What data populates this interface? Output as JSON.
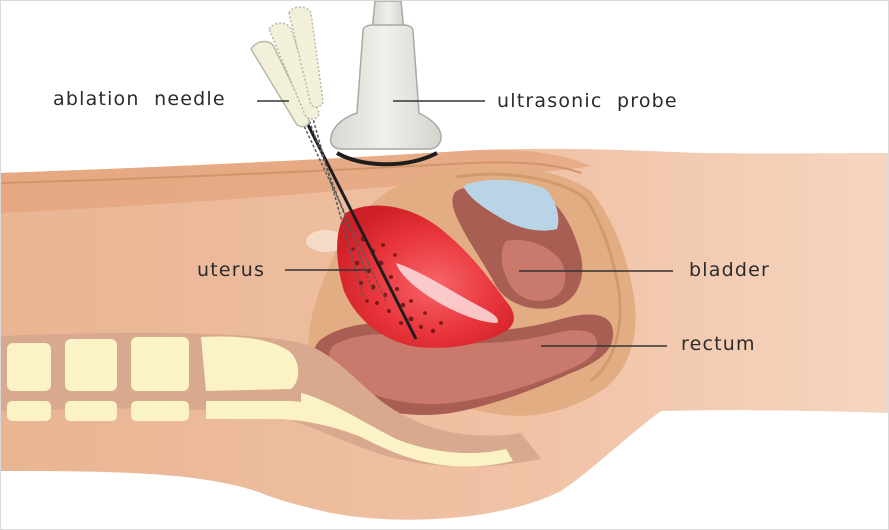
{
  "labels": {
    "ablation_needle": "ablation  needle",
    "ultrasonic_probe": "ultrasonic  probe",
    "uterus": "uterus",
    "bladder": "bladder",
    "rectum": "rectum"
  },
  "colors": {
    "skin": "#f3c9ad",
    "skin_dark": "#e8b08a",
    "tissue_border": "#d9a06a",
    "muscle": "#c97a6c",
    "muscle_dark": "#a85e52",
    "uterus": "#e8343a",
    "bladder_fluid": "#b9d4e6",
    "bone": "#fbf3c6",
    "probe": "#e6e6e0",
    "background": "#ffffff"
  }
}
